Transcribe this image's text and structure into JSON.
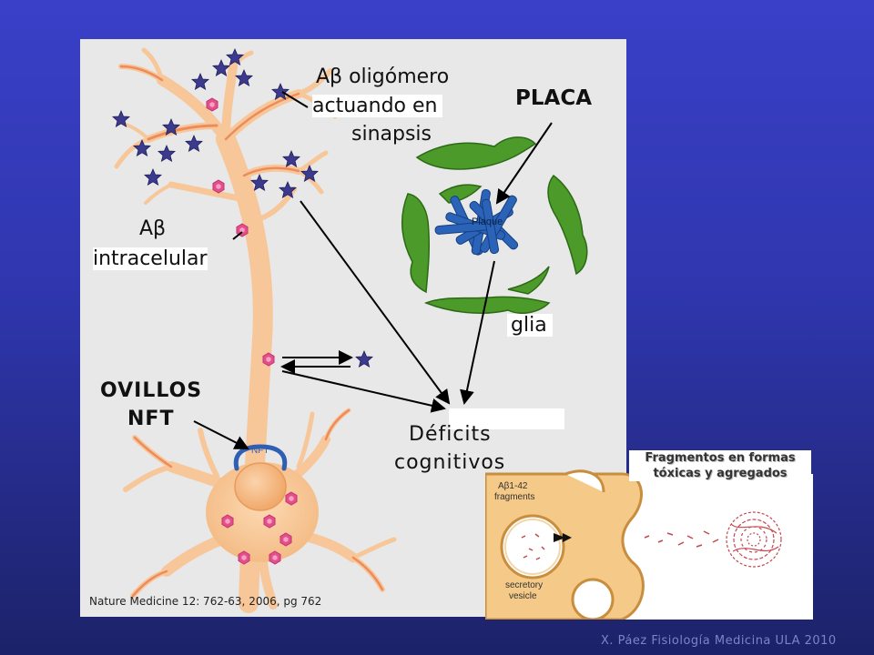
{
  "labels": {
    "oligomer_line1": "Aβ oligómero",
    "oligomer_line2": "actuando en",
    "oligomer_line3": "sinapsis",
    "plaque": "PLACA",
    "intracellular_line1": "Aβ",
    "intracellular_line2": "intracelular",
    "glia": "glia",
    "tangles_line1": "OVILLOS",
    "tangles_line2": "NFT",
    "deficits_line1": "Déficits",
    "deficits_line2": "cognitivos"
  },
  "figure_text": {
    "plaque_tag": "Plaque",
    "nft_tag": "NFT"
  },
  "inset": {
    "title_line1": "Fragmentos en formas",
    "title_line2": "tóxicas y agregados",
    "fragments_label_line1": "Aβ1-42",
    "fragments_label_line2": "fragments",
    "vesicle_label_line1": "secretory",
    "vesicle_label_line2": "vesicle"
  },
  "source": "Nature Medicine 12: 762-63, 2006, pg 762",
  "credit": "X. Páez Fisiología Medicina ULA 2010",
  "colors": {
    "background": "#3038b0",
    "neuron": "#f7c79a",
    "oligomer_star": "#3c3a8c",
    "plaque_fibril": "#2a63b8",
    "glia": "#4c9a2a",
    "intracellular_ab": "#e24f8a",
    "nft": "#2f5fb3"
  }
}
